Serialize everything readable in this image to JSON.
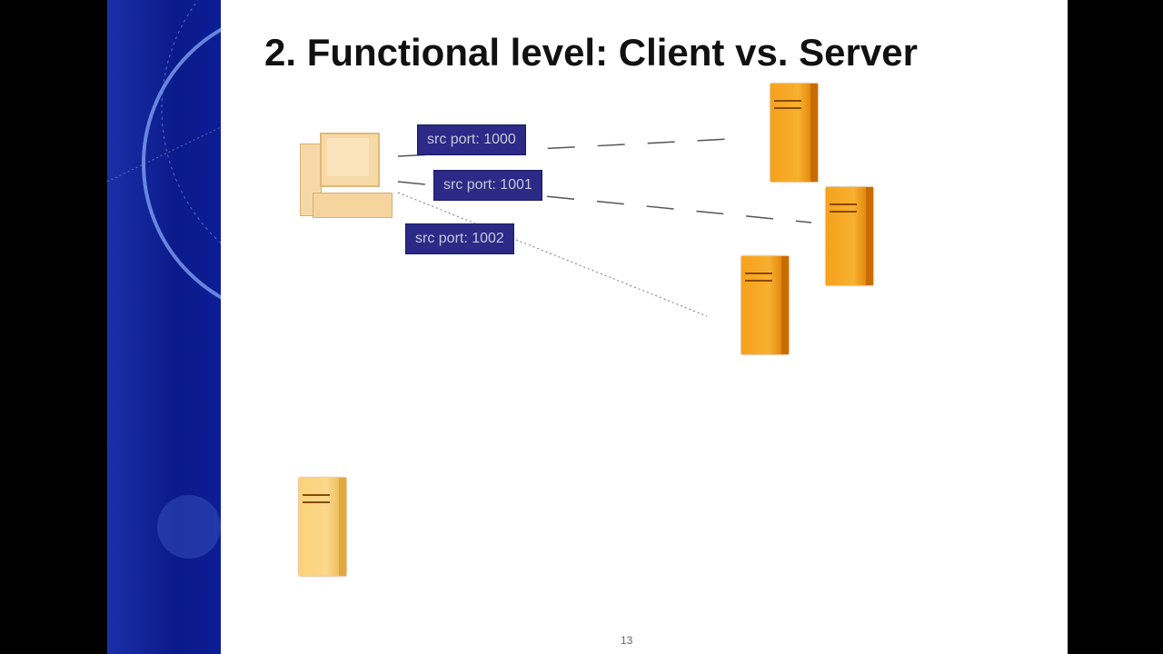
{
  "slide": {
    "title": "2. Functional level: Client vs. Server",
    "labels": [
      "src port: 1000",
      "src port: 1001",
      "src port: 1002"
    ],
    "page_number": "13"
  },
  "colors": {
    "label_bg": "#2b2a86",
    "server": "#f6a21c",
    "side_band": "#0c1d96"
  }
}
